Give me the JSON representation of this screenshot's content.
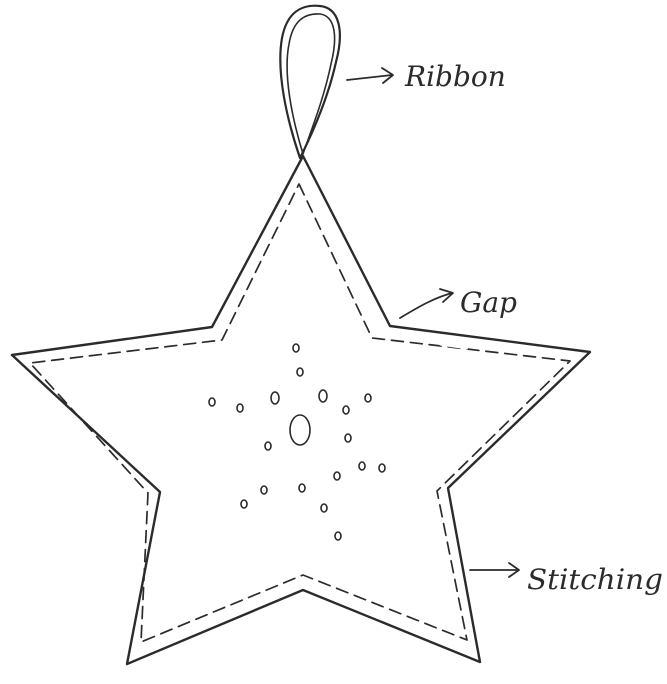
{
  "diagram": {
    "labels": {
      "ribbon": "Ribbon",
      "gap": "Gap",
      "stitching": "Stitching"
    },
    "ink_color": "#2b2b2b",
    "background_color": "#ffffff"
  }
}
